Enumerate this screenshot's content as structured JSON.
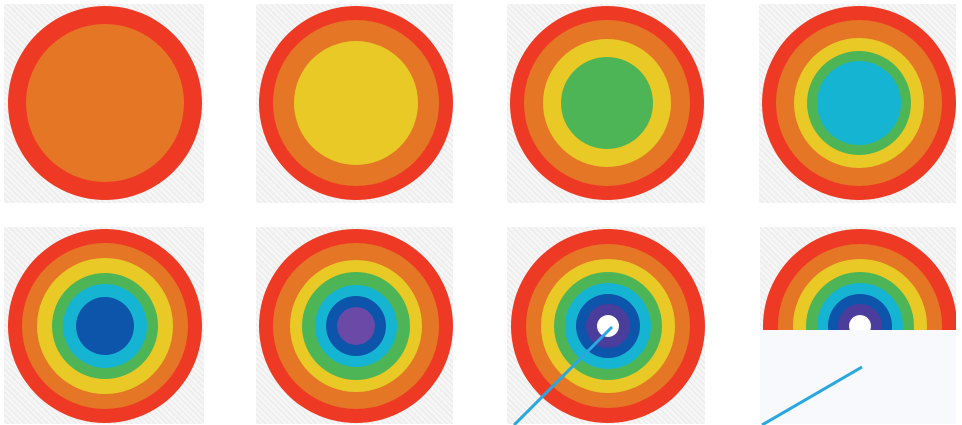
{
  "palette": {
    "red": "#ee3a24",
    "orange": "#e57625",
    "yellow": "#e8c925",
    "green": "#4db555",
    "cyan": "#16b4d3",
    "blue": "#0c55aa",
    "violet": "#4b3d9b",
    "center_white": "#ffffff",
    "background": "#eeeeee",
    "pointer_line": "#2aa7e0"
  },
  "grid": {
    "rows": 2,
    "columns": 4
  },
  "tiles": [
    {
      "rings": [
        "red",
        "orange"
      ]
    },
    {
      "rings": [
        "red",
        "orange",
        "yellow"
      ]
    },
    {
      "rings": [
        "red",
        "orange",
        "yellow",
        "green"
      ]
    },
    {
      "rings": [
        "red",
        "orange",
        "yellow",
        "green",
        "cyan"
      ]
    },
    {
      "rings": [
        "red",
        "orange",
        "yellow",
        "green",
        "cyan",
        "blue"
      ]
    },
    {
      "rings": [
        "red",
        "orange",
        "yellow",
        "green",
        "cyan",
        "blue",
        "violet"
      ]
    },
    {
      "rings": [
        "red",
        "orange",
        "yellow",
        "green",
        "cyan",
        "blue",
        "violet",
        "center_white"
      ]
    },
    {
      "rings": [
        "red",
        "orange",
        "yellow",
        "green",
        "cyan",
        "blue",
        "violet",
        "center_white"
      ],
      "lower_half_covered": true
    }
  ]
}
